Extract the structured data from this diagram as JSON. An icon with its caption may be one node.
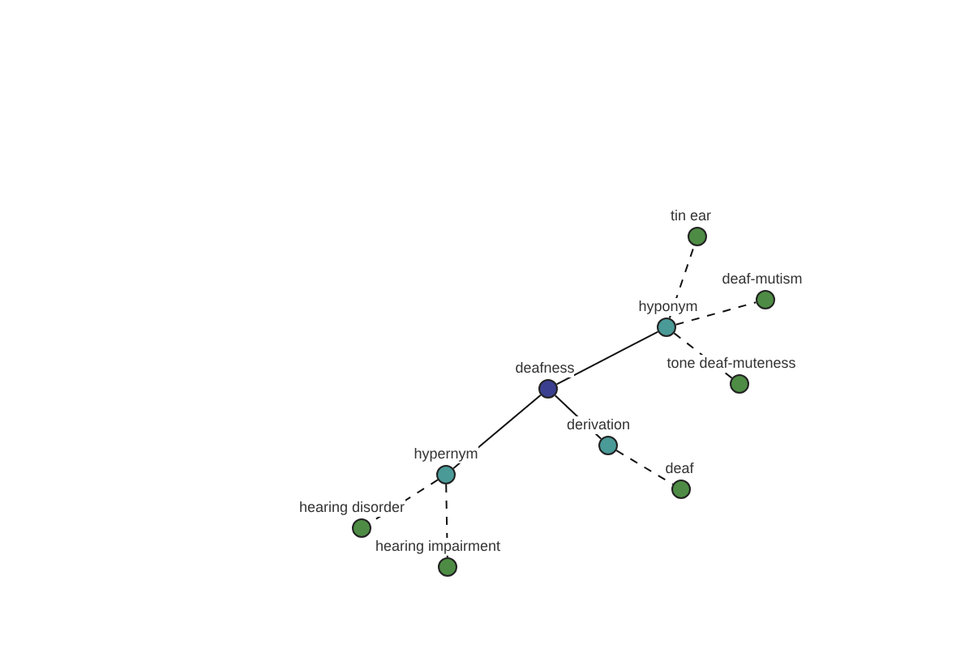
{
  "diagram": {
    "nodes": [
      {
        "text": [
          "deafness"
        ]
      },
      {
        "text": [
          "hyponym"
        ]
      },
      {
        "text": [
          "hypernym"
        ]
      },
      {
        "text": [
          "derivation"
        ]
      },
      {
        "text": [
          "tin ear"
        ]
      },
      {
        "text": [
          "deaf-mutism"
        ]
      },
      {
        "text": [
          "tone deaf-muteness"
        ]
      },
      {
        "text": [
          "deaf"
        ]
      },
      {
        "text": [
          "hearing disorder"
        ]
      },
      {
        "text": [
          "hearing impairment"
        ]
      }
    ],
    "edges": [
      {
        "from": 0,
        "to": 1,
        "arrow": "none"
      },
      {
        "from": 0,
        "to": 2,
        "arrow": "none"
      },
      {
        "from": 0,
        "to": 3,
        "arrow": "none"
      },
      {
        "from": 1,
        "to": 4,
        "arrow": "none",
        "style": "dashed"
      },
      {
        "from": 1,
        "to": 5,
        "arrow": "none",
        "style": "dashed"
      },
      {
        "from": 1,
        "to": 6,
        "arrow": "none",
        "style": "dashed"
      },
      {
        "from": 3,
        "to": 7,
        "arrow": "none",
        "style": "dashed"
      },
      {
        "from": 2,
        "to": 8,
        "arrow": "none",
        "style": "dashed"
      },
      {
        "from": 2,
        "to": 9,
        "arrow": "none",
        "style": "dashed"
      }
    ]
  }
}
